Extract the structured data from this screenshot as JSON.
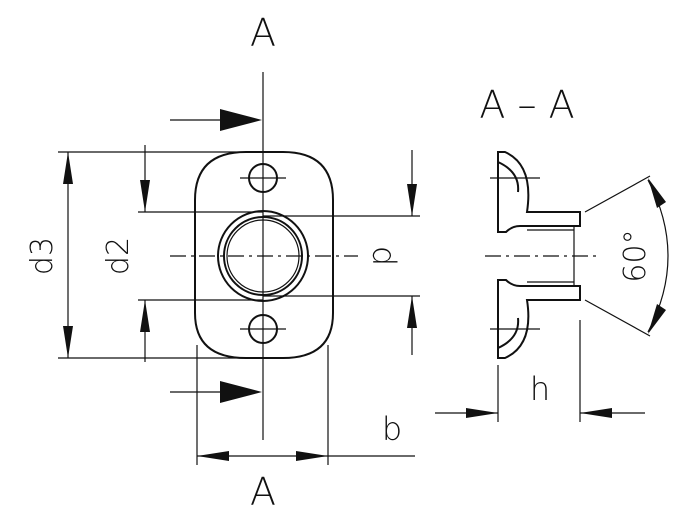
{
  "section_marks": {
    "top": "A",
    "bottom": "A",
    "section_title": "A – A"
  },
  "dimensions": {
    "d3": "d3",
    "d2": "d2",
    "d": "d",
    "b": "b",
    "h": "h",
    "angle": "60°"
  },
  "colors": {
    "line": "#111111",
    "background": "#ffffff"
  }
}
